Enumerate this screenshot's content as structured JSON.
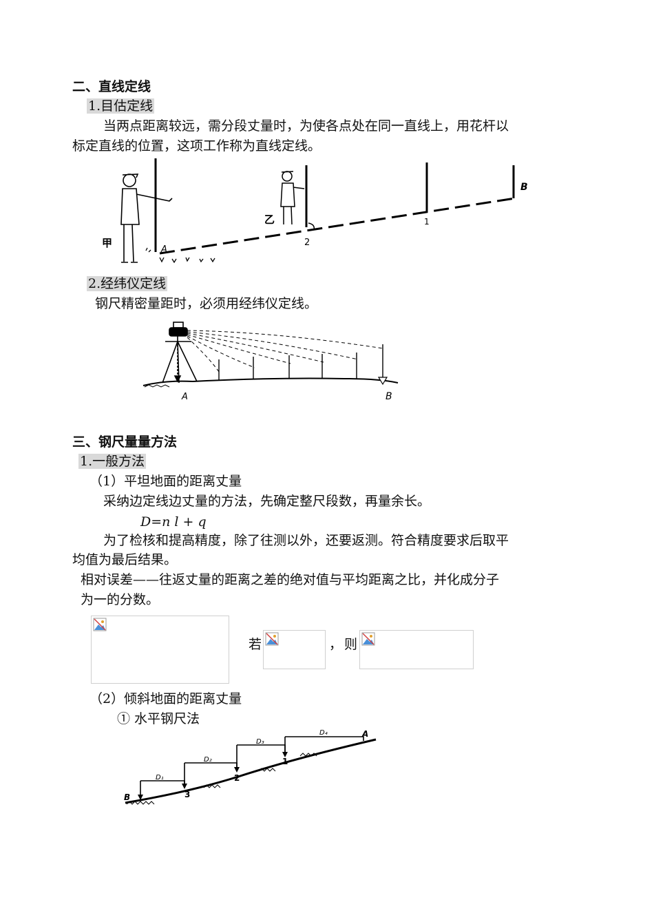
{
  "section2": {
    "heading": "二、直线定线",
    "sub1": "1.目估定线",
    "para1_line1": "当两点距离较远，需分段丈量时，为使各点处在同一直线上，用花杆以",
    "para1_line2": "标定直线的位置，这项工作称为直线定线。",
    "fig1_labels": {
      "jia": "甲",
      "yi": "乙",
      "a": "A",
      "p2": "2",
      "p1": "1",
      "b": "B"
    },
    "sub2": "2.经纬仪定线",
    "para2": "钢尺精密量距时，必须用经纬仪定线。",
    "fig2_labels": {
      "a": "A",
      "b": "B"
    }
  },
  "section3": {
    "heading": "三、钢尺量量方法",
    "sub1": "1.一般方法",
    "item1": "（1）平坦地面的距离丈量",
    "para1": "采纳边定线边丈量的方法，先确定整尺段数，再量余长。",
    "formula": "D=n l + q",
    "para2_line1": "为了检核和提高精度，除了往测以外，还要返测。符合精度要求后取平",
    "para2_line2": "均值为最后结果。",
    "para3_line1": "相对误差——往返丈量的距离之差的绝对值与平均距离之比，并化成分子",
    "para3_line2": "为一的分数。",
    "if_word": "若",
    "comma": "，",
    "then_word": "则",
    "item2": "（2）倾斜地面的距离丈量",
    "sub_item": "① 水平钢尺法",
    "fig3_labels": {
      "b": "B",
      "p3": "3",
      "p2": "2",
      "p1": "1",
      "a": "A",
      "d1": "D₁",
      "d2": "D₂",
      "d3": "D₃",
      "d4": "D₄"
    }
  }
}
